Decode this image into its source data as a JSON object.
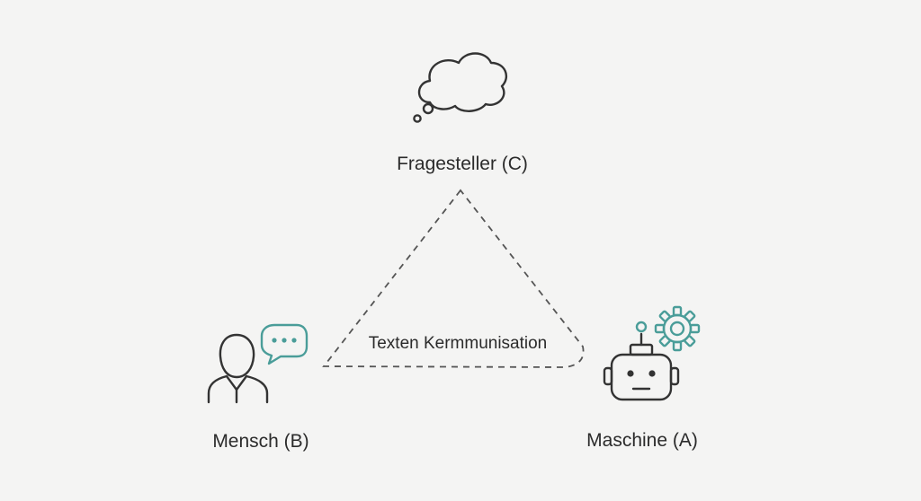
{
  "colors": {
    "background": "#f4f4f3",
    "icon_stroke": "#333333",
    "accent": "#4a9d99",
    "dashed_line": "#555555"
  },
  "nodes": {
    "questioner": {
      "label": "Fragesteller (C)",
      "icon": "thought-bubble-icon"
    },
    "human": {
      "label": "Mensch (B)",
      "icon": "person-icon",
      "accent_icon": "speech-bubble-icon"
    },
    "machine": {
      "label": "Maschine (A)",
      "icon": "robot-icon",
      "accent_icon": "gear-icon"
    }
  },
  "edges": {
    "communication_label": "Texten Kermmunisation"
  }
}
